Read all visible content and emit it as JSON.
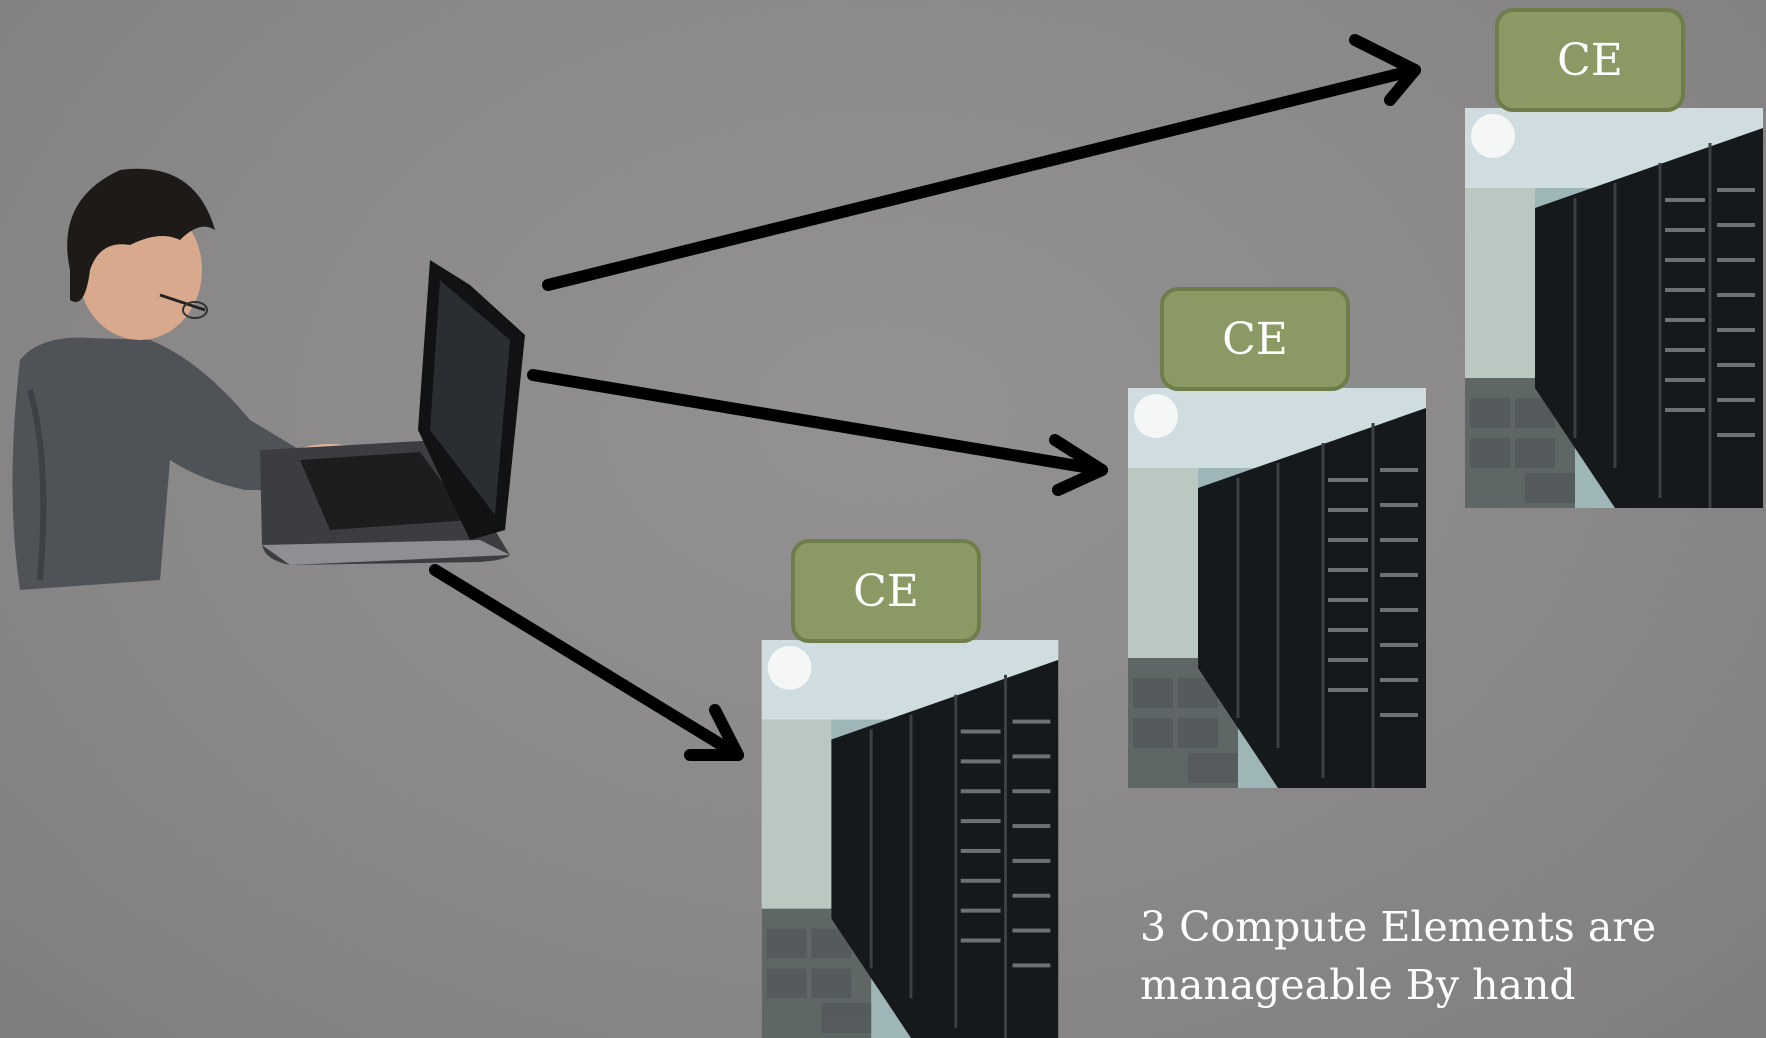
{
  "diagram": {
    "ce_label": "CE",
    "ce_box_color": "#8b9a64",
    "caption_line1": "3 Compute Elements are",
    "caption_line2": "manageable By hand",
    "arrow_color": "#000000",
    "background_color": "#8c8a8a"
  }
}
